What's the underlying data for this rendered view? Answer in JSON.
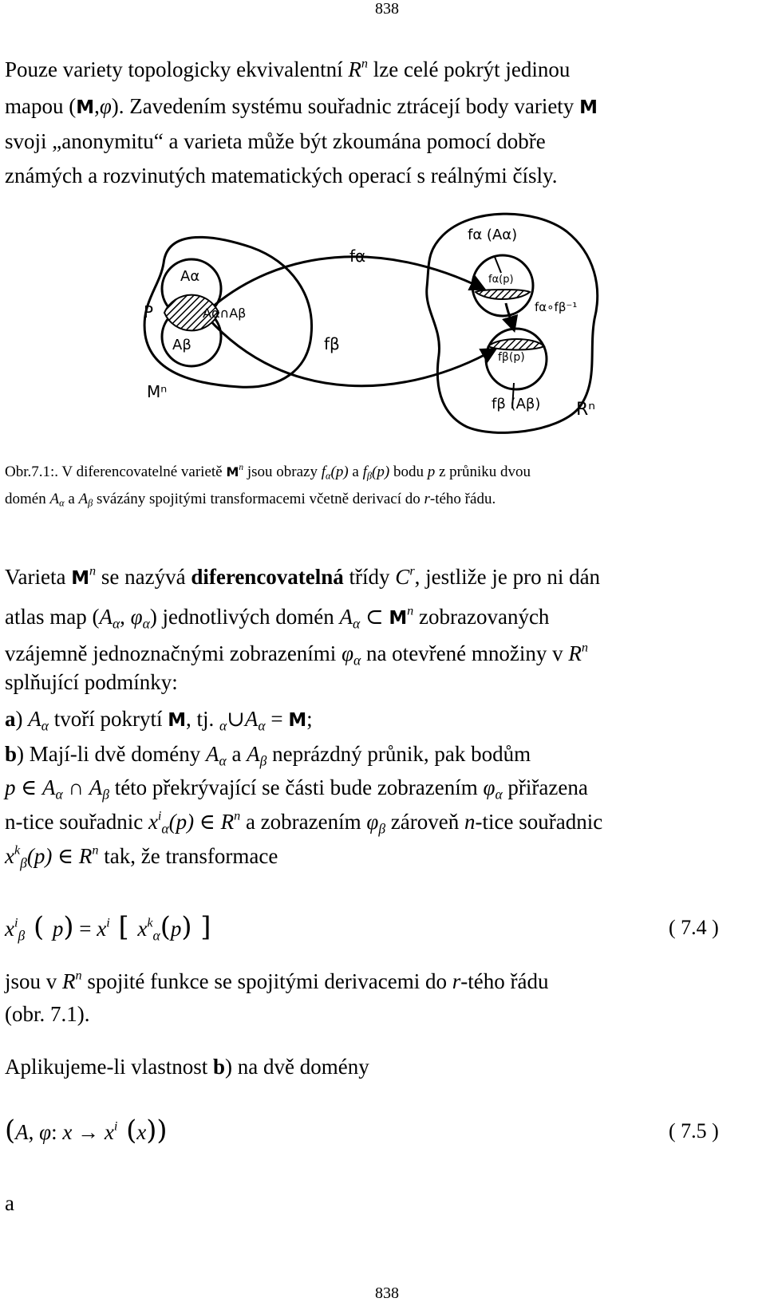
{
  "page_number_top": "838",
  "page_number_bottom": "838",
  "intro": {
    "line1a": "Pouze variety topologicky ekvivalentní ",
    "R": "R",
    "n": "n",
    "line1b": " lze celé pokrýt jedinou",
    "line2a": "mapou (",
    "M": "M",
    "comma": ",",
    "phi": "φ",
    "line2b": "). Zavedením systému souřadnic ztrácejí body variety ",
    "line3": "svoji „anonymitu“ a varieta může být zkoumána pomocí dobře",
    "line4": "známých a rozvinutých matematických operací s reálnými čísly."
  },
  "figure": {
    "labels": {
      "A_alpha_left": "Aα",
      "P": "P",
      "intersection": "Aα∩Aβ",
      "A_beta_left": "Aβ",
      "M_n": "Mⁿ",
      "f_alpha": "fα",
      "f_beta": "fβ",
      "f_alpha_A_alpha": "fα (Aα)",
      "f_alpha_p": "fα(p)",
      "composition": "fα∘fβ⁻¹",
      "f_beta_p": "fβ(p)",
      "f_beta_A_beta": "fβ (Aβ)",
      "R_n": "Rⁿ"
    }
  },
  "caption": {
    "line1a": "Obr.7.1:. V diferencovatelné varietě ",
    "line1b": " jsou obrazy ",
    "f": "f",
    "alpha": "α",
    "beta": "β",
    "p_paren": "(p)",
    "a": " a ",
    "line1c": " bodu ",
    "p": "p",
    "line1d": " z průniku dvou",
    "line2a": "domén ",
    "A": "A",
    "line2b": " svázány spojitými transformacemi včetně derivací do ",
    "r": "r",
    "line2c": "-tého řádu."
  },
  "body": {
    "l1a": "Varieta ",
    "l1b": " se nazývá ",
    "l1bold": "diferencovatelná",
    "l1c": " třídy ",
    "C": "C",
    "r": "r",
    "l1d": ", jestliže je pro ni dán",
    "l2a": "atlas map (",
    "l2b": ") jednotlivých domén ",
    "subset": " ⊂ ",
    "l2c": " zobrazovaných",
    "l3a": "vzájemně jednoznačnými zobrazeními ",
    "l3b": " na otevřené množiny v ",
    "l4": "splňující podmínky:",
    "a_label": "a",
    "l5a": ") ",
    "l5b": " tvoří pokrytí ",
    "l5c": ", tj. ",
    "cup": "∪",
    "eq": " = ",
    "semicolon": ";",
    "b_label": "b",
    "l6a": ") Mají-li dvě domény ",
    "l6b": " neprázdný průnik, pak bodům",
    "p": "p",
    "in": " ∈ ",
    "cap": " ∩ ",
    "l7a": " této překrývající se části bude zobrazením ",
    "l7b": " přiřazena",
    "l8a": "n-tice souřadnic ",
    "x": "x",
    "i": "i",
    "k": "k",
    "paren_p": "(p)",
    "l8b": " a zobrazením ",
    "l8c": " zároveň ",
    "n_it": "n",
    "l8d": "-tice souřadnic",
    "l9": " tak, že transformace",
    "A": "A",
    "alpha": "α",
    "beta": "β",
    "phi": "φ",
    "comma": ", ",
    "R": "R",
    "n": "n",
    "M": "M"
  },
  "eq74": {
    "lhs_x": "x",
    "lhs_i": "i",
    "lhs_beta": "β",
    "lhs_p": "p",
    "equals": "=",
    "rhs_x": "x",
    "rhs_i": "i",
    "inner_x": "x",
    "inner_k": "k",
    "inner_alpha": "α",
    "inner_p": "p",
    "number": "( 7.4 )"
  },
  "after74": {
    "l1a": "jsou v ",
    "l1b": " spojité funkce se spojitými derivacemi do ",
    "r": "r",
    "l1c": "-tého řádu",
    "l2": "(obr. 7.1)."
  },
  "apply": {
    "l1a": "Aplikujeme-li vlastnost ",
    "b": "b",
    "l1b": ") na dvě domény"
  },
  "eq75": {
    "A": "A",
    "comma": ",",
    "phi": "φ",
    "colon": ":",
    "x": "x",
    "arrow": "→",
    "x2": "x",
    "i": "i",
    "x3": "x",
    "number": "( 7.5 )"
  },
  "final_a": "a"
}
